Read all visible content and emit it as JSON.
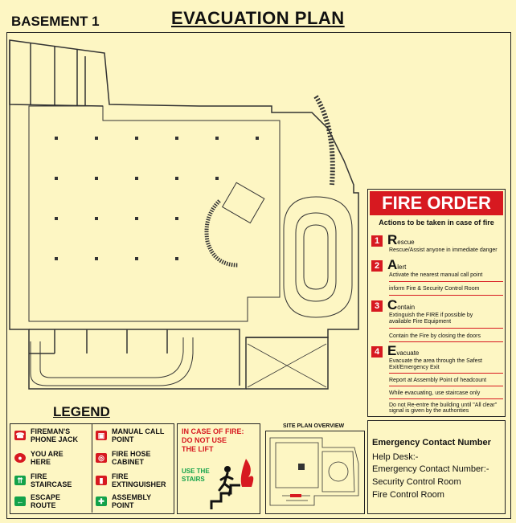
{
  "header": {
    "basement": "BASEMENT 1",
    "title": "EVACUATION PLAN"
  },
  "fire_order": {
    "title": "FIRE ORDER",
    "subtitle": "Actions to be taken in case of fire",
    "steps": [
      {
        "num": "1",
        "letter": "R",
        "rest": "escue",
        "lines": [
          "Rescue/Assist anyone in immediate danger"
        ]
      },
      {
        "num": "2",
        "letter": "A",
        "rest": "lert",
        "lines": [
          "Activate the nearest manual call point",
          "inform Fire & Security Control Room"
        ]
      },
      {
        "num": "3",
        "letter": "C",
        "rest": "ontain",
        "lines": [
          "Extinguish the FIRE if possible by",
          "available Fire Equipment",
          "Contain the Fire by closing the doors"
        ]
      },
      {
        "num": "4",
        "letter": "E",
        "rest": "vacuate",
        "lines": [
          "Evacuate the  area through the Safest",
          "Exit/Emergency Exit",
          "Report at Assembly Point of headcount",
          "While evacuating, use staircase only",
          "Do not Re-entre the building until \"All clear\"",
          "signal is given by the authorities"
        ]
      }
    ]
  },
  "legend": {
    "title": "LEGEND",
    "items": [
      {
        "label1": "FIREMAN'S",
        "label2": "PHONE JACK",
        "icon": "phone-jack-icon"
      },
      {
        "label1": "MANUAL CALL",
        "label2": "POINT",
        "icon": "call-point-icon"
      },
      {
        "label1": "YOU ARE",
        "label2": "HERE",
        "icon": "you-are-here-icon"
      },
      {
        "label1": "FIRE HOSE",
        "label2": "CABINET",
        "icon": "hose-cabinet-icon"
      },
      {
        "label1": "FIRE",
        "label2": "STAIRCASE",
        "icon": "staircase-icon"
      },
      {
        "label1": "FIRE",
        "label2": "EXTINGUISHER",
        "icon": "extinguisher-icon"
      },
      {
        "label1": "ESCAPE",
        "label2": "ROUTE",
        "icon": "escape-arrow-icon"
      },
      {
        "label1": "ASSEMBLY",
        "label2": "POINT",
        "icon": "assembly-point-icon"
      }
    ]
  },
  "in_case_of_fire": {
    "line1": "IN CASE OF FIRE:",
    "line2": "DO NOT USE",
    "line3": "THE LIFT",
    "stairs1": "USE THE",
    "stairs2": "STAIRS"
  },
  "site_plan": {
    "title": "SITE PLAN OVERVIEW"
  },
  "emergency": {
    "title": "Emergency Contact Number",
    "lines": [
      "Help Desk:-",
      "Emergency Contact Number:-",
      "Security Control Room",
      "Fire Control Room"
    ]
  },
  "colors": {
    "red": "#d71920",
    "green": "#13a24a",
    "paper": "#fdf6c3"
  }
}
